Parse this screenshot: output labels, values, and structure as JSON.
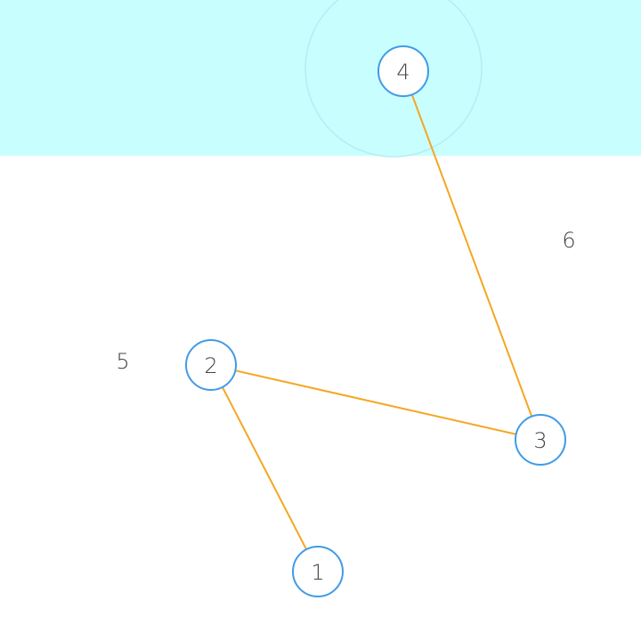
{
  "colors": {
    "background": "#ffffff",
    "top_band": "#c8fefe",
    "halo_stroke": "#b4eef2",
    "node_stroke": "#3f9be8",
    "node_fill": "#ffffff",
    "edge": "#f5a623",
    "label": "#444444"
  },
  "nodes": [
    {
      "id": "1",
      "label": "1"
    },
    {
      "id": "2",
      "label": "2"
    },
    {
      "id": "3",
      "label": "3"
    },
    {
      "id": "4",
      "label": "4",
      "selected": true
    }
  ],
  "free_labels": [
    {
      "id": "5",
      "label": "5"
    },
    {
      "id": "6",
      "label": "6"
    }
  ],
  "edges": [
    {
      "from": "2",
      "to": "1"
    },
    {
      "from": "2",
      "to": "3"
    },
    {
      "from": "4",
      "to": "3"
    }
  ]
}
